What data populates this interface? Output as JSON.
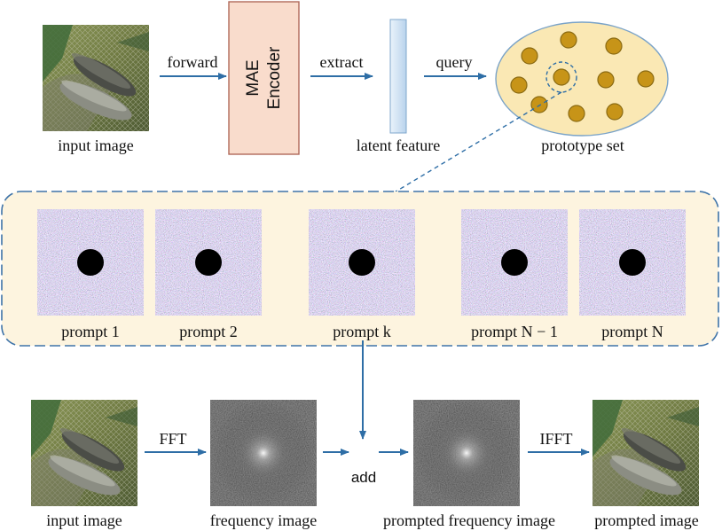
{
  "top_row": {
    "input_label": "input image",
    "forward_label": "forward",
    "encoder_line1": "MAE",
    "encoder_line2": "Encoder",
    "extract_label": "extract",
    "latent_label": "latent feature",
    "query_label": "query",
    "prototype_label": "prototype set"
  },
  "prompt_panel": {
    "prompts": [
      {
        "label": "prompt 1"
      },
      {
        "label": "prompt 2"
      },
      {
        "label": "prompt k"
      },
      {
        "label": "prompt N − 1"
      },
      {
        "label": "prompt N"
      }
    ]
  },
  "bottom_row": {
    "input_label": "input image",
    "fft_label": "FFT",
    "frequency_label": "frequency image",
    "add_label": "add",
    "prompted_frequency_label": "prompted frequency image",
    "ifft_label": "IFFT",
    "prompted_label": "prompted image"
  },
  "colors": {
    "arrow": "#2e6ea6",
    "encoder_fill": "#f9dccc",
    "encoder_stroke": "#b0695a",
    "panel_fill": "#fdf4df",
    "panel_stroke": "#3e73a8",
    "prototype_fill": "#fae8b4",
    "dot_fill": "#c79418",
    "dot_stroke": "#8a6a12",
    "latent_fill": "#cfe2f3"
  }
}
